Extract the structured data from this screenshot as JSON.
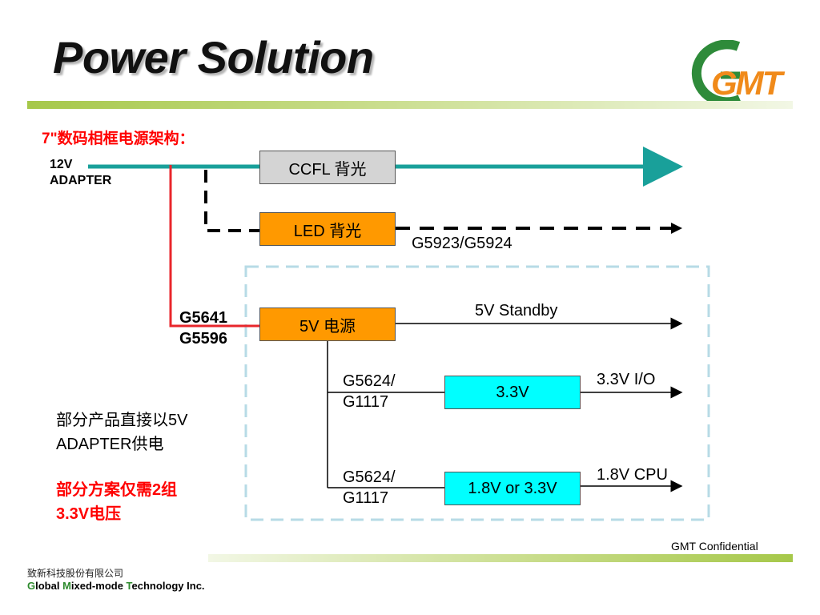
{
  "header": {
    "title": "Power Solution",
    "logo_text": "GMT"
  },
  "diagram": {
    "subtitle": "7\"数码相框电源架构：",
    "adapter_line1": "12V",
    "adapter_line2": "ADAPTER",
    "ccfl_label": "CCFL 背光",
    "led_label": "LED 背光",
    "led_chip": "G5923/G5924",
    "pwr_chip_line1": "G5641",
    "pwr_chip_line2": "G5596",
    "pwr_box_label": "5V 电源",
    "standby_label": "5V Standby",
    "ldo1_line1": "G5624/",
    "ldo1_line2": "G1117",
    "ldo1_box_label": "3.3V",
    "ldo1_out_label": "3.3V I/O",
    "ldo2_line1": "G5624/",
    "ldo2_line2": "G1117",
    "ldo2_box_label": "1.8V or 3.3V",
    "ldo2_out_label": "1.8V CPU",
    "note1_line1": "部分产品直接以5V",
    "note1_line2": "ADAPTER供电",
    "note2_line1": "部分方案仅需2组",
    "note2_line2": "3.3V电压"
  },
  "footer": {
    "confidential": "GMT Confidential",
    "company_cn": "致新科技股份有限公司",
    "company_en_g": "G",
    "company_en_1": "lobal ",
    "company_en_m": "M",
    "company_en_2": "ixed-mode ",
    "company_en_t": "T",
    "company_en_3": "echnology Inc."
  },
  "colors": {
    "teal_line": "#19a09a",
    "red_line": "#e8262b",
    "dash_border": "#b7dbe6",
    "ccfl_fill": "#d4d4d4",
    "led_fill": "#ff9900",
    "pwr_fill": "#ff9900",
    "ldo_fill": "#00ffff",
    "logo_green": "#2e8b3a",
    "logo_orange": "#f08a1a"
  }
}
